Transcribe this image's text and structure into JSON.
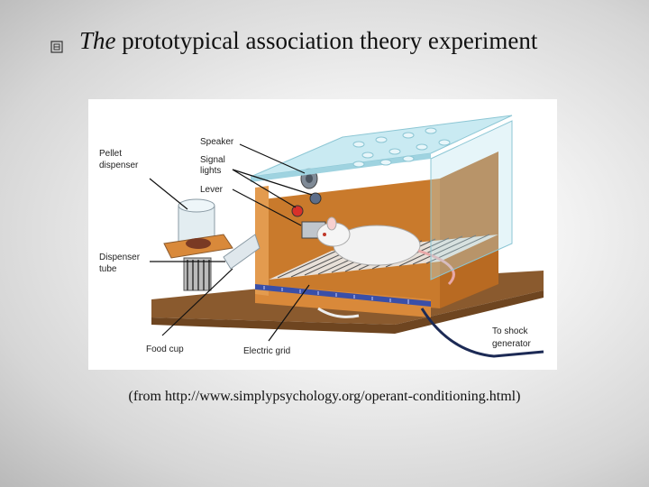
{
  "slide": {
    "title_italic": "The",
    "title_rest": "prototypical association theory experiment",
    "caption": "(from http://www.simplypsychology.org/operant-conditioning.html)",
    "bullet_icon": "square-bullet-icon"
  },
  "figure": {
    "labels": {
      "speaker": "Speaker",
      "signal_lights": [
        "Signal",
        "lights"
      ],
      "lever": "Lever",
      "pellet_dispenser": [
        "Pellet",
        "dispenser"
      ],
      "dispenser_tube": [
        "Dispenser",
        "tube"
      ],
      "food_cup": "Food cup",
      "electric_grid": "Electric grid",
      "shock_generator": [
        "To shock",
        "generator"
      ]
    },
    "colors": {
      "wood": "#d9893a",
      "wood_dark": "#b86a22",
      "base": "#8a5a2e",
      "glass": "#b7e3ee",
      "grid_blue": "#3a4fa8",
      "light_red": "#d8302a"
    }
  }
}
